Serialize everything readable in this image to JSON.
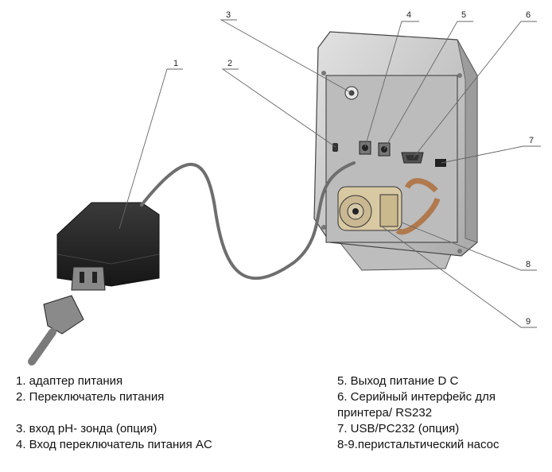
{
  "callouts": [
    "1",
    "2",
    "3",
    "4",
    "5",
    "6",
    "7",
    "8",
    "9"
  ],
  "legend_left": [
    "1. адаптер питания",
    "2. Переключатель питания",
    "3. вход pH- зонда (опция)",
    "4. Вход переключатель питания AC"
  ],
  "legend_right": [
    "5. Выход питание D C",
    "6. Серийный интерфейс для",
    "принтера/ RS232",
    "7. USB/PC232 (опция)",
    "8-9.перистальтический насос"
  ],
  "colors": {
    "device_body": "#c9c9c9",
    "panel": "#b4b4b4",
    "adapter": "#2b2b2b",
    "cable": "#6e6e6e",
    "tube": "#b07a4e",
    "pump_head": "#d8c9a3"
  }
}
